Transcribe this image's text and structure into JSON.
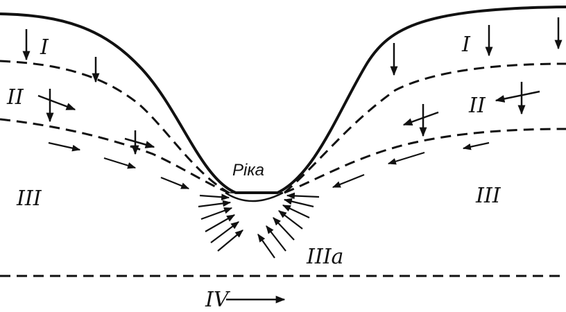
{
  "river_label": "Ріка",
  "zones": {
    "left_i": "I",
    "left_ii": "II",
    "left_iii": "III",
    "right_i": "I",
    "right_ii": "II",
    "right_iii": "III",
    "iiia": "IIIa",
    "iv": "IV"
  },
  "colors": {
    "ink": "#111111",
    "background": "#ffffff"
  }
}
